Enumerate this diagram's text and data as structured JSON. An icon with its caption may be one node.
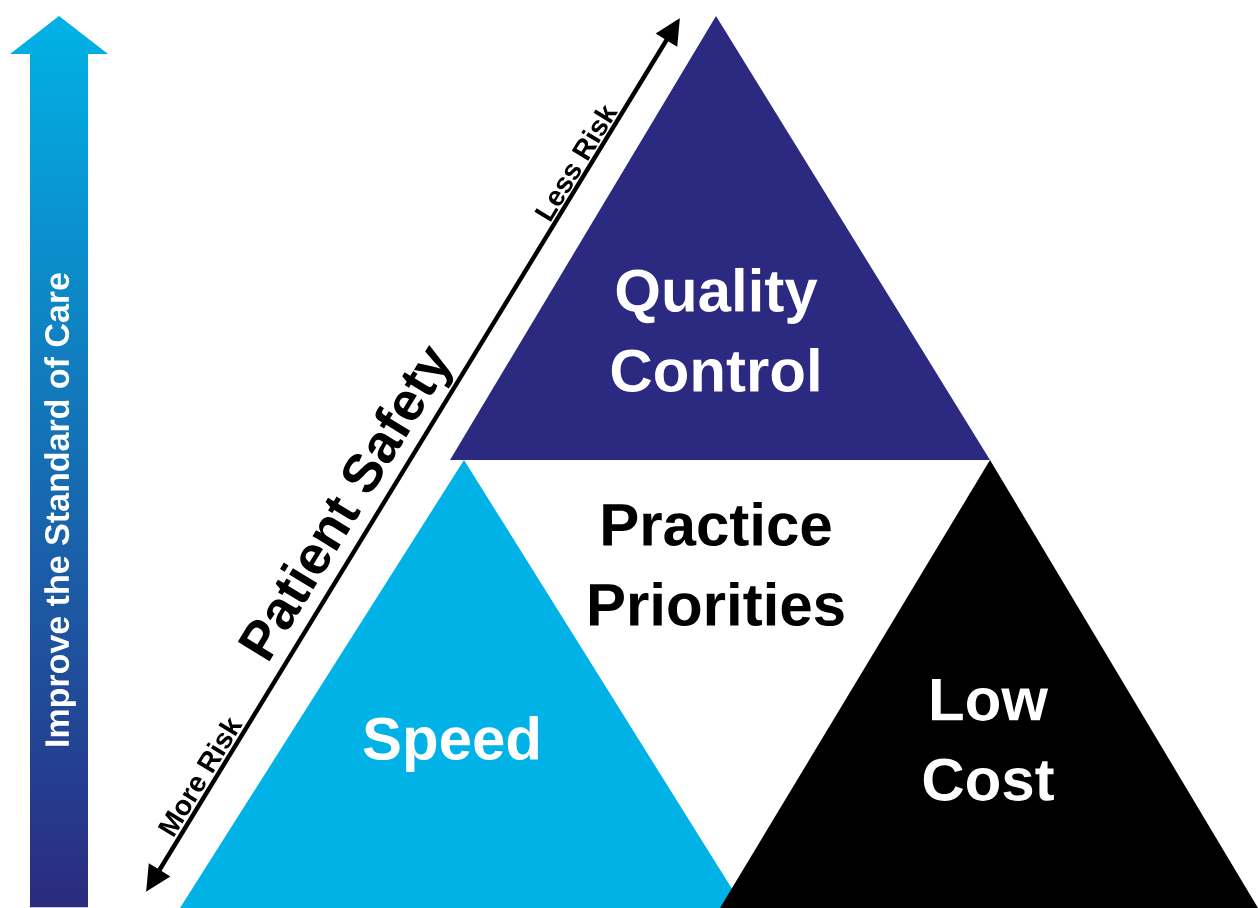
{
  "diagram": {
    "nodes": [
      {
        "text": [
          "Quality Control"
        ]
      },
      {
        "text": [
          "Practice Priorities"
        ]
      },
      {
        "text": [
          "Speed"
        ]
      },
      {
        "text": [
          "Low Cost"
        ]
      }
    ],
    "labels": [
      "Improve the Standard of Care",
      "More Risk",
      "Patient Safety",
      "Less Risk"
    ]
  }
}
